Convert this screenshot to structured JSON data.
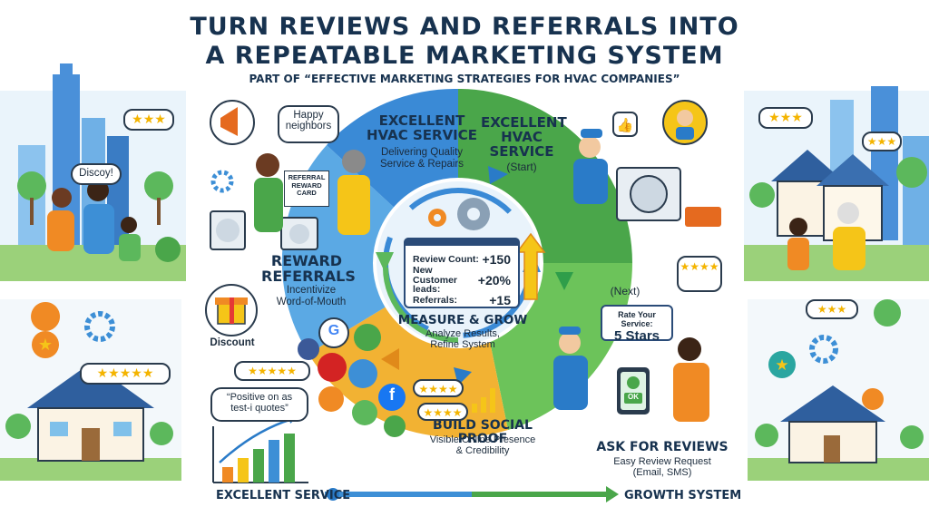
{
  "title": {
    "line1": "TURN REVIEWS AND REFERRALS INTO",
    "line2": "A REPEATABLE MARKETING SYSTEM",
    "subtitle": "PART OF “EFFECTIVE MARKETING STRATEGIES FOR HVAC COMPANIES”"
  },
  "cycle": {
    "service_left": {
      "title": "EXCELLENT\nHVAC SERVICE",
      "desc": "Delivering Quality\nService & Repairs"
    },
    "service_start": {
      "title": "EXCELLENT\nHVAC\nSERVICE",
      "tag": "(Start)"
    },
    "referrals": {
      "title": "REWARD\nREFERRALS",
      "desc": "Incentivize\nWord-of-Mouth"
    },
    "reviews": {
      "title": "ASK FOR REVIEWS",
      "desc": "Easy Review Request\n(Email, SMS)",
      "next": "(Next)"
    },
    "social": {
      "title": "BUILD SOCIAL PROOF",
      "desc": "Visible Online Presence\n& Credibility"
    },
    "measure": {
      "title": "MEASURE & GROW",
      "desc": "Analyze Results,\nRefine System"
    }
  },
  "metrics": [
    {
      "label": "Review Count:",
      "value": "+150"
    },
    {
      "label": "New Customer\nleads:",
      "value": "+20%"
    },
    {
      "label": "Referrals:",
      "value": "+15"
    }
  ],
  "bubbles": {
    "happy": "Happy\nneighbors",
    "discoy": "Discoy!",
    "card": "REFERRAL\nREWARD\nCARD",
    "discount": "Discount",
    "quotes": "“Positive on as\ntest-i quotes”",
    "rate_title": "Rate Your Service:",
    "rate_value": "5 Stars",
    "ok": "OK",
    "google": "G",
    "facebook": "f"
  },
  "stars": {
    "five": "★★★★★",
    "four": "★★★★",
    "three": "★★★"
  },
  "bottom": {
    "left": "EXCELLENT SERVICE",
    "right": "GROWTH SYSTEM"
  },
  "colors": {
    "navy": "#17324f",
    "blue": "#3d8fd6",
    "green": "#5cb85c",
    "orange": "#f08a24",
    "yellow": "#f5c518",
    "teal": "#2aa6a0"
  }
}
